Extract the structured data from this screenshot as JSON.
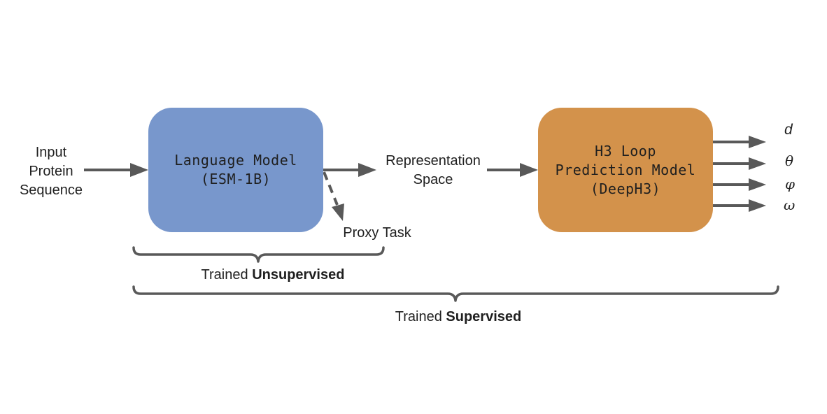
{
  "input_label": {
    "line1": "Input",
    "line2": "Protein",
    "line3": "Sequence"
  },
  "language_model": {
    "line1": "Language Model",
    "line2": "(ESM-1B)"
  },
  "representation_label": {
    "line1": "Representation",
    "line2": "Space"
  },
  "proxy_task_label": "Proxy Task",
  "h3_model": {
    "line1": "H3 Loop",
    "line2": "Prediction Model",
    "line3": "(DeepH3)"
  },
  "outputs": {
    "d": "d",
    "theta": "θ",
    "phi": "φ",
    "omega": "ω"
  },
  "unsupervised_label": {
    "prefix": "Trained ",
    "emphasis": "Unsupervised"
  },
  "supervised_label": {
    "prefix": "Trained ",
    "emphasis": "Supervised"
  },
  "colors": {
    "language_model_box": "#7897cc",
    "h3_model_box": "#d3924b",
    "arrows": "#595959"
  }
}
